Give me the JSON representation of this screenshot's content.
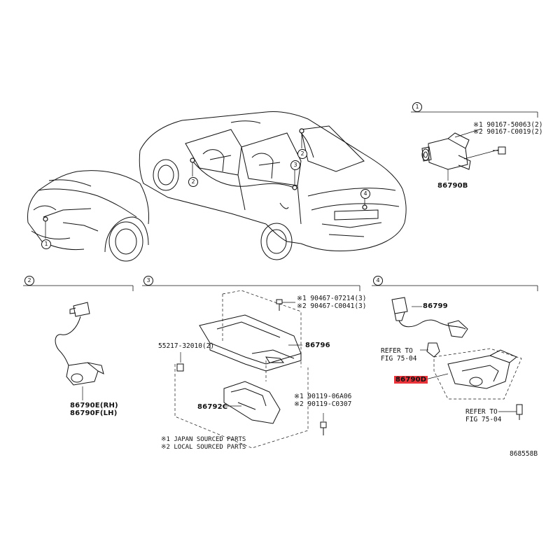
{
  "callouts": [
    "1",
    "2",
    "3",
    "4"
  ],
  "sections": {
    "s1": {
      "num": "1",
      "notes": [
        "※1 90167-50063(2)",
        "※2 90167-C0019(2)"
      ],
      "part": "86790B"
    },
    "s2": {
      "num": "2",
      "part_rh": "86790E(RH)",
      "part_lh": "86790F(LH)"
    },
    "s3": {
      "num": "3",
      "note_a": [
        "※1 90467-07214(3)",
        "※2 90467-C0041(3)"
      ],
      "clip": "55217-32010(2)",
      "part_a": "86796",
      "note_b": [
        "※1 90119-06A06",
        "※2 90119-C0307"
      ],
      "part_b": "86792C",
      "legend": [
        "※1 JAPAN SOURCED PARTS",
        "※2 LOCAL SOURCED PARTS"
      ]
    },
    "s4": {
      "num": "4",
      "part_a": "86799",
      "refer_a": [
        "REFER TO",
        "FIG 75-04"
      ],
      "part_b": "86790D",
      "refer_b": [
        "REFER TO",
        "FIG 75-04"
      ]
    }
  },
  "diagram_code": "868558B",
  "colors": {
    "highlight": "#e8343a",
    "line": "#111111"
  }
}
